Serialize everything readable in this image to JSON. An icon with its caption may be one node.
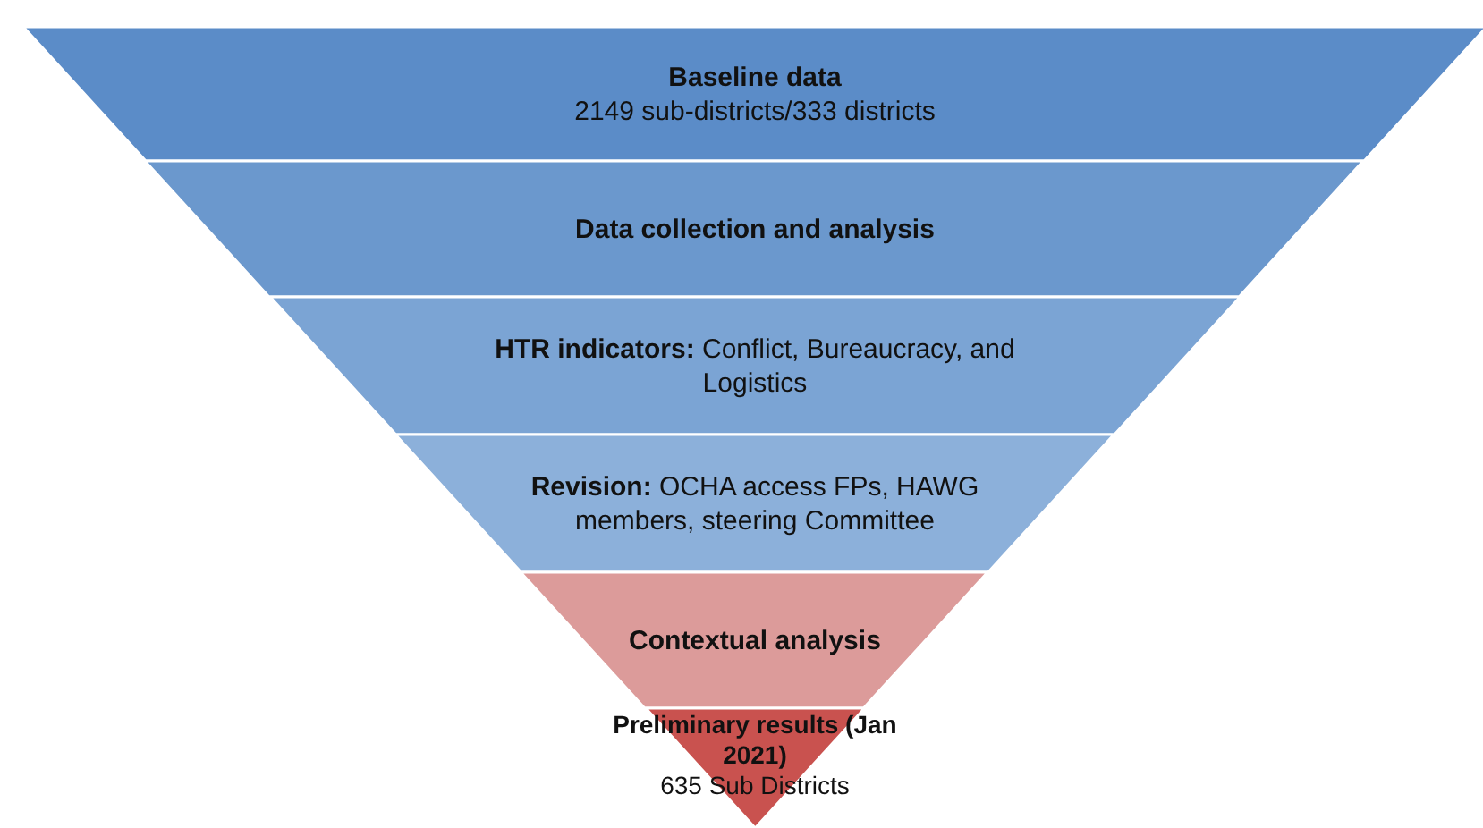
{
  "diagram": {
    "nodes": [
      {
        "text": [
          "Baseline data",
          "2149 sub-districts/333 districts"
        ]
      },
      {
        "text": [
          "Data collection and analysis"
        ]
      },
      {
        "text": [
          "**HTR indicators:** Conflict, Bureaucracy, and Logistics"
        ]
      },
      {
        "text": [
          "**Revision:** OCHA access FPs, HAWG members, steering Committee"
        ]
      },
      {
        "text": [
          "Contextual analysis"
        ]
      },
      {
        "text": [
          "Preliminary results (Jan 2021)",
          "635 Sub Districts"
        ]
      }
    ]
  }
}
